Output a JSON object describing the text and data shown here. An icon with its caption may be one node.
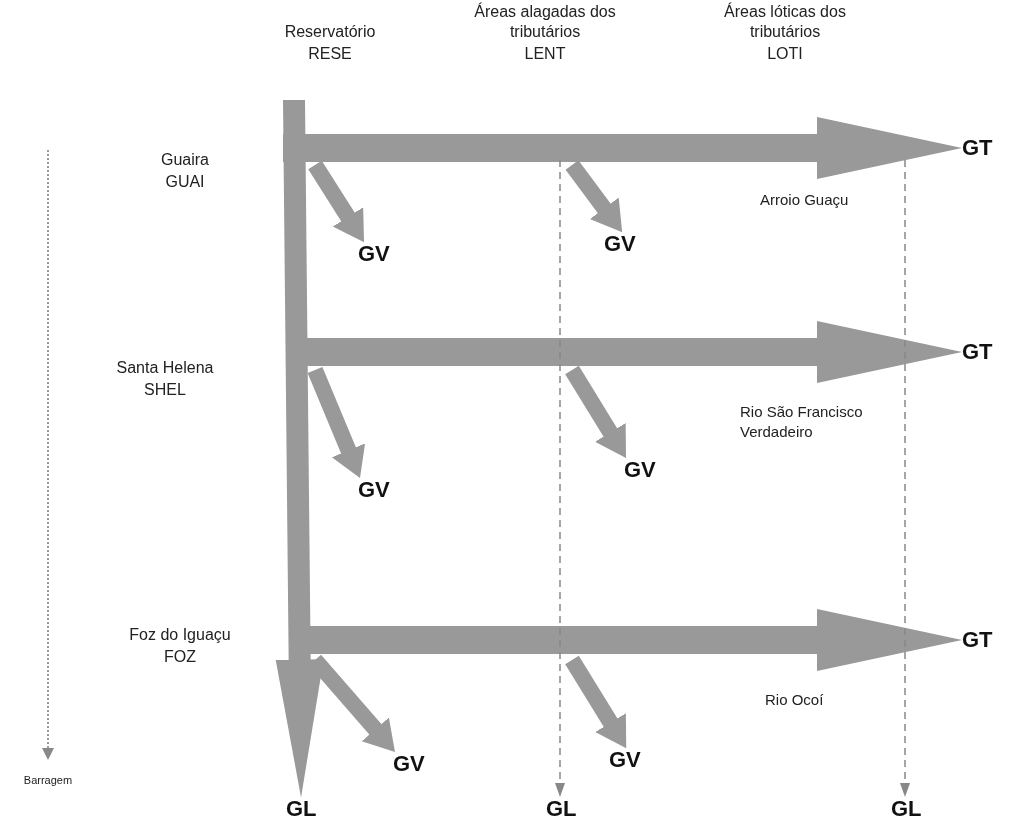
{
  "diagram": {
    "nodes": [
      {
        "text": [
          "GT"
        ]
      },
      {
        "text": [
          "GV"
        ]
      },
      {
        "text": [
          "GV"
        ]
      },
      {
        "text": [
          "GT"
        ]
      },
      {
        "text": [
          "GV"
        ]
      },
      {
        "text": [
          "GV"
        ]
      },
      {
        "text": [
          "GT"
        ]
      },
      {
        "text": [
          "GV"
        ]
      },
      {
        "text": [
          "GV"
        ]
      },
      {
        "text": [
          "GL"
        ]
      },
      {
        "text": [
          "GL"
        ]
      },
      {
        "text": [
          "GL"
        ]
      }
    ],
    "edges": [
      {
        "from": null,
        "to": 0,
        "arrow": "to"
      },
      {
        "from": null,
        "to": 3,
        "arrow": "to"
      },
      {
        "from": null,
        "to": 6,
        "arrow": "to"
      },
      {
        "from": null,
        "to": 9,
        "arrow": "to"
      },
      {
        "from": null,
        "to": 1,
        "arrow": "to"
      },
      {
        "from": null,
        "to": 2,
        "arrow": "to"
      },
      {
        "from": null,
        "to": 4,
        "arrow": "to"
      },
      {
        "from": null,
        "to": 5,
        "arrow": "to"
      },
      {
        "from": null,
        "to": 7,
        "arrow": "to"
      },
      {
        "from": null,
        "to": 8,
        "arrow": "to"
      },
      {
        "from": null,
        "to": 10,
        "arrow": "to",
        "style": "dashed"
      },
      {
        "from": null,
        "to": 11,
        "arrow": "to",
        "style": "dashed"
      }
    ],
    "labels": [
      "Reservatório",
      "RESE",
      "Áreas alagadas dos tributários",
      "LENT",
      "Áreas lóticas dos tributários",
      "LOTI",
      "Guaira",
      "GUAI",
      "Arroio Guaçu",
      "Santa Helena",
      "SHEL",
      "Rio São Francisco Verdadeiro",
      "Foz do Iguaçu",
      "FOZ",
      "Rio Ocoí",
      "Barragem"
    ]
  }
}
